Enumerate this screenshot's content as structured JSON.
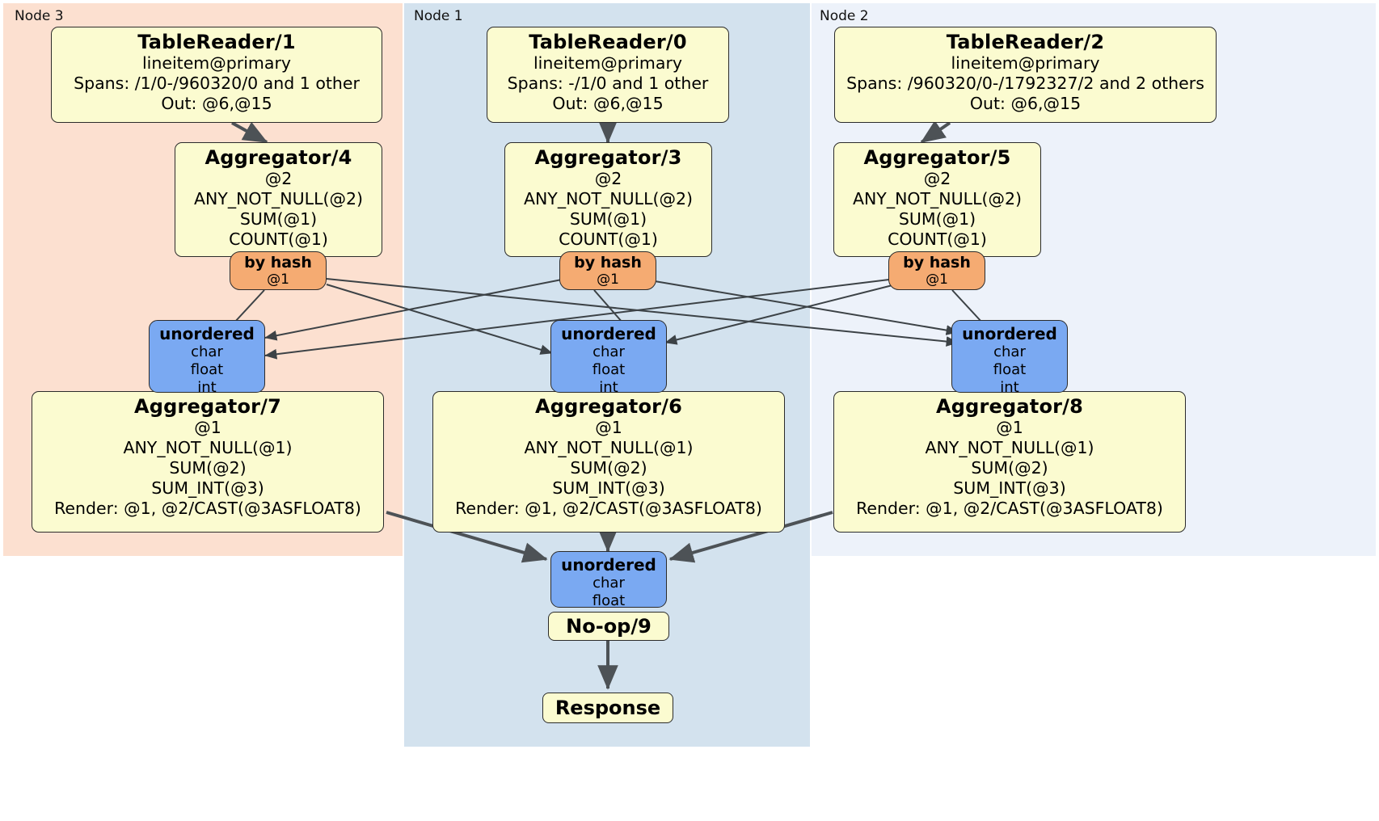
{
  "diagram": {
    "kind": "distributed-query-execution-plan",
    "colors": {
      "node3_background": "#fce0d0",
      "node1_background": "#d3e2ee",
      "node2_background": "#edf2fa",
      "processor_fill": "#fbfbd0",
      "router_fill": "#f5ab72",
      "synchronizer_fill": "#7aa9f2",
      "stroke": "#2b2b2b",
      "edge": "#4d5256"
    },
    "clusters": [
      {
        "id": "node3",
        "label": "Node 3"
      },
      {
        "id": "node1",
        "label": "Node 1"
      },
      {
        "id": "node2",
        "label": "Node 2"
      }
    ],
    "processors": {
      "table_reader_1": {
        "title": "TableReader/1",
        "lines": [
          "lineitem@primary",
          "Spans: /1/0-/960320/0 and 1 other",
          "Out: @6,@15"
        ]
      },
      "table_reader_0": {
        "title": "TableReader/0",
        "lines": [
          "lineitem@primary",
          "Spans: -/1/0 and 1 other",
          "Out: @6,@15"
        ]
      },
      "table_reader_2": {
        "title": "TableReader/2",
        "lines": [
          "lineitem@primary",
          "Spans: /960320/0-/1792327/2 and 2 others",
          "Out: @6,@15"
        ]
      },
      "aggregator_4": {
        "title": "Aggregator/4",
        "lines": [
          "@2",
          "ANY_NOT_NULL(@2)",
          "SUM(@1)",
          "COUNT(@1)"
        ]
      },
      "aggregator_3": {
        "title": "Aggregator/3",
        "lines": [
          "@2",
          "ANY_NOT_NULL(@2)",
          "SUM(@1)",
          "COUNT(@1)"
        ]
      },
      "aggregator_5": {
        "title": "Aggregator/5",
        "lines": [
          "@2",
          "ANY_NOT_NULL(@2)",
          "SUM(@1)",
          "COUNT(@1)"
        ]
      },
      "aggregator_7": {
        "title": "Aggregator/7",
        "lines": [
          "@1",
          "ANY_NOT_NULL(@1)",
          "SUM(@2)",
          "SUM_INT(@3)",
          "Render: @1, @2/CAST(@3ASFLOAT8)"
        ]
      },
      "aggregator_6": {
        "title": "Aggregator/6",
        "lines": [
          "@1",
          "ANY_NOT_NULL(@1)",
          "SUM(@2)",
          "SUM_INT(@3)",
          "Render: @1, @2/CAST(@3ASFLOAT8)"
        ]
      },
      "aggregator_8": {
        "title": "Aggregator/8",
        "lines": [
          "@1",
          "ANY_NOT_NULL(@1)",
          "SUM(@2)",
          "SUM_INT(@3)",
          "Render: @1, @2/CAST(@3ASFLOAT8)"
        ]
      },
      "noop_9": {
        "title": "No-op/9"
      },
      "response": {
        "title": "Response"
      }
    },
    "routers": {
      "by_hash_left": {
        "title": "by hash",
        "lines": [
          "@1"
        ]
      },
      "by_hash_center": {
        "title": "by hash",
        "lines": [
          "@1"
        ]
      },
      "by_hash_right": {
        "title": "by hash",
        "lines": [
          "@1"
        ]
      }
    },
    "synchronizers": {
      "unordered_left": {
        "title": "unordered",
        "lines": [
          "char",
          "float",
          "int"
        ]
      },
      "unordered_center": {
        "title": "unordered",
        "lines": [
          "char",
          "float",
          "int"
        ]
      },
      "unordered_right": {
        "title": "unordered",
        "lines": [
          "char",
          "float",
          "int"
        ]
      },
      "unordered_final": {
        "title": "unordered",
        "lines": [
          "char",
          "float"
        ]
      }
    }
  }
}
